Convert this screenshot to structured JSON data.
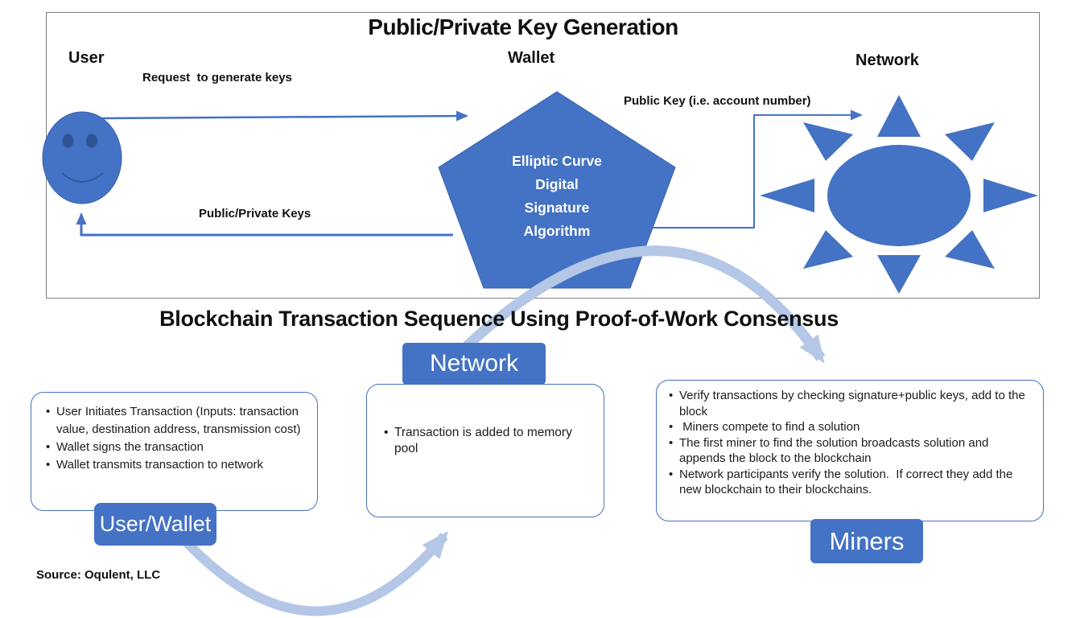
{
  "colors": {
    "accent_blue": "#4472C4",
    "shape_edge_blue": "#3a62ae",
    "dark_feature_blue": "#2f5496",
    "light_arrow": "#B4C7E7",
    "frame_gray": "#808080"
  },
  "top_diagram": {
    "title": "Public/Private Key Generation",
    "user_label": "User",
    "wallet_label": "Wallet",
    "network_label": "Network",
    "request_arrow_label": "Request  to generate keys",
    "public_key_arrow_label": "Public Key (i.e. account number)",
    "return_arrow_label": "Public/Private Keys",
    "pentagon_lines": [
      "Elliptic Curve",
      "Digital",
      "Signature",
      "Algorithm"
    ]
  },
  "sequence": {
    "heading": "Blockchain Transaction Sequence Using Proof-of-Work Consensus",
    "tags": {
      "network": "Network",
      "user_wallet": "User/Wallet",
      "miners": "Miners"
    },
    "boxes": {
      "user_wallet": {
        "bullets": [
          "User Initiates Transaction (Inputs: transaction value, destination address, transmission cost)",
          "Wallet signs the transaction",
          "Wallet transmits transaction to network"
        ]
      },
      "network": {
        "bullets": [
          "Transaction is added to memory pool"
        ]
      },
      "miners": {
        "bullets": [
          "Verify transactions by checking signature+public keys, add to the block",
          " Miners compete to find a solution",
          "The first miner to find the solution broadcasts solution and appends the block to the blockchain",
          "Network participants verify the solution.  If correct they add the new blockchain to their blockchains."
        ]
      }
    },
    "source": "Source: Oqulent, LLC"
  }
}
